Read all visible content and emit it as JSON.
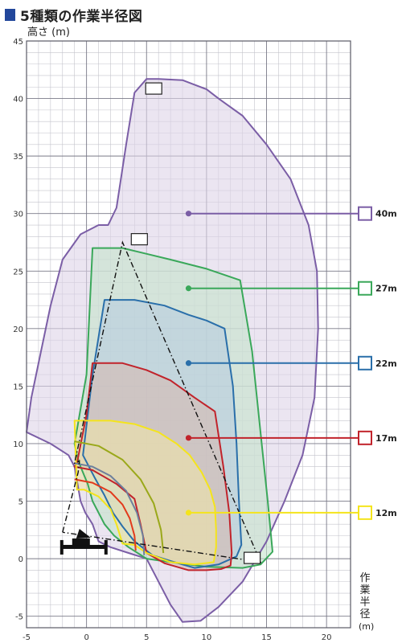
{
  "title": "5種類の作業半径図",
  "colors": {
    "title_square": "#22479b",
    "grid_minor": "#c4c4cc",
    "grid_major": "#7a7a88",
    "frame": "#5a5a66"
  },
  "chart_data": {
    "type": "area",
    "title": "5種類の作業半径図",
    "ylabel": "高さ (m)",
    "xlabel_chars": [
      "作",
      "業",
      "半",
      "径",
      "(m)"
    ],
    "xlim": [
      -5,
      22
    ],
    "ylim": [
      -6,
      45
    ],
    "xticks": [
      -5,
      0,
      5,
      10,
      15,
      20
    ],
    "yticks": [
      -5,
      0,
      5,
      10,
      15,
      20,
      25,
      30,
      35,
      40,
      45
    ],
    "grid": true,
    "series": [
      {
        "name": "40m",
        "color": "#7b5ea6",
        "fill": "#ddd4e8",
        "marker": [
          8.5,
          30
        ],
        "outline": [
          [
            -5,
            11
          ],
          [
            -3,
            10
          ],
          [
            -1.5,
            9
          ],
          [
            -1,
            8
          ],
          [
            -0.5,
            5
          ],
          [
            -0.1,
            4
          ],
          [
            0.5,
            3
          ],
          [
            1,
            1.5
          ],
          [
            2,
            1
          ],
          [
            3.5,
            0.5
          ],
          [
            5,
            0
          ],
          [
            7,
            -4
          ],
          [
            8,
            -5.5
          ],
          [
            9.5,
            -5.4
          ],
          [
            11,
            -4.2
          ],
          [
            13,
            -2
          ],
          [
            15,
            1.5
          ],
          [
            16.5,
            5
          ],
          [
            18,
            9
          ],
          [
            19,
            14
          ],
          [
            19.3,
            20
          ],
          [
            19.2,
            25
          ],
          [
            18.5,
            29
          ],
          [
            17,
            33
          ],
          [
            15,
            36
          ],
          [
            13,
            38.5
          ],
          [
            11,
            40
          ],
          [
            10,
            40.8
          ],
          [
            9,
            41.2
          ],
          [
            8,
            41.6
          ],
          [
            6,
            41.7
          ],
          [
            5,
            41.7
          ],
          [
            4,
            40.5
          ],
          [
            3.3,
            36
          ],
          [
            2.5,
            30.5
          ],
          [
            1.8,
            29
          ],
          [
            1,
            29
          ],
          [
            -0.5,
            28.2
          ],
          [
            -2,
            26
          ],
          [
            -3,
            22
          ],
          [
            -3.8,
            18
          ],
          [
            -4.6,
            14
          ],
          [
            -5,
            11
          ]
        ]
      },
      {
        "name": "27m",
        "color": "#3aa85a",
        "fill": "#c5e2cc",
        "marker": [
          8.5,
          23.5
        ],
        "outline": [
          [
            0.5,
            27
          ],
          [
            3,
            27
          ],
          [
            5,
            26.5
          ],
          [
            7,
            26
          ],
          [
            10,
            25.2
          ],
          [
            12.8,
            24.2
          ],
          [
            13.8,
            18
          ],
          [
            14.6,
            10
          ],
          [
            15.1,
            5
          ],
          [
            15.5,
            0.6
          ],
          [
            14.5,
            -0.5
          ],
          [
            13,
            -0.8
          ],
          [
            10,
            -0.7
          ],
          [
            7,
            -0.3
          ],
          [
            5,
            0
          ],
          [
            3.5,
            1
          ],
          [
            2.3,
            2
          ],
          [
            1.5,
            3
          ],
          [
            1,
            4
          ],
          [
            0.5,
            5
          ],
          [
            0.1,
            6.5
          ],
          [
            -0.5,
            8
          ],
          [
            -0.8,
            9
          ],
          [
            -1,
            10
          ],
          [
            0,
            16
          ],
          [
            0.5,
            27
          ]
        ]
      },
      {
        "name": "22m",
        "color": "#2a6faa",
        "fill": "#b8cde0",
        "marker": [
          8.5,
          17
        ],
        "outline": [
          [
            1.5,
            22.5
          ],
          [
            4,
            22.5
          ],
          [
            6.5,
            22
          ],
          [
            8.5,
            21.2
          ],
          [
            10,
            20.7
          ],
          [
            11.5,
            20
          ],
          [
            12.2,
            15
          ],
          [
            12.5,
            10
          ],
          [
            12.7,
            5
          ],
          [
            12.9,
            1.2
          ],
          [
            12.5,
            0.2
          ],
          [
            11,
            -0.5
          ],
          [
            9,
            -0.8
          ],
          [
            7,
            -0.2
          ],
          [
            5.5,
            0.3
          ],
          [
            4,
            1.5
          ],
          [
            3,
            2.8
          ],
          [
            2.2,
            4
          ],
          [
            1.5,
            5.5
          ],
          [
            0.7,
            7
          ],
          [
            -0.3,
            9
          ],
          [
            0.5,
            16
          ],
          [
            1.5,
            22.5
          ]
        ]
      },
      {
        "name": "17m",
        "color": "#c1232b",
        "fill": "#d5b9b2",
        "marker": [
          8.5,
          10.5
        ],
        "outline": [
          [
            0.5,
            17
          ],
          [
            3,
            17
          ],
          [
            5,
            16.4
          ],
          [
            7,
            15.5
          ],
          [
            9,
            14
          ],
          [
            10.7,
            12.8
          ],
          [
            11.4,
            8
          ],
          [
            11.9,
            4
          ],
          [
            12.1,
            0.5
          ],
          [
            12,
            -0.6
          ],
          [
            11.2,
            -0.9
          ],
          [
            10,
            -1
          ],
          [
            8.5,
            -1
          ],
          [
            6.5,
            -0.4
          ],
          [
            5,
            0.5
          ],
          [
            4.5,
            3
          ],
          [
            4,
            5.2
          ],
          [
            2.5,
            6.5
          ],
          [
            0.5,
            7.7
          ],
          [
            -1,
            8
          ],
          [
            -0.8,
            8.3
          ],
          [
            0,
            12.5
          ],
          [
            0.5,
            17
          ]
        ]
      },
      {
        "name": "12m",
        "color": "#f4e41c",
        "fill": "#efe3a8",
        "marker": [
          8.5,
          4
        ],
        "outline": [
          [
            -1,
            12
          ],
          [
            0,
            12
          ],
          [
            2,
            12
          ],
          [
            4,
            11.7
          ],
          [
            6,
            11
          ],
          [
            7.5,
            10
          ],
          [
            8.6,
            9
          ],
          [
            9.6,
            7.5
          ],
          [
            10.3,
            6
          ],
          [
            10.7,
            4.5
          ],
          [
            10.8,
            2.5
          ],
          [
            10.8,
            1
          ],
          [
            10.6,
            -0.3
          ],
          [
            9,
            -0.5
          ],
          [
            7,
            -0.3
          ],
          [
            5,
            0.5
          ],
          [
            4,
            1.2
          ],
          [
            3,
            1.3
          ],
          [
            2.5,
            3
          ],
          [
            2,
            4.3
          ],
          [
            1,
            5.4
          ],
          [
            -0.2,
            6
          ],
          [
            -0.8,
            6
          ],
          [
            -1,
            12
          ]
        ]
      }
    ],
    "inner_arcs": [
      {
        "color": "#e23a1c",
        "points": [
          [
            -1,
            6.9
          ],
          [
            0.5,
            6.6
          ],
          [
            2,
            5.8
          ],
          [
            3,
            4.7
          ],
          [
            3.6,
            3.5
          ],
          [
            4,
            2
          ],
          [
            4.1,
            0.7
          ]
        ]
      },
      {
        "color": "#9aa81a",
        "points": [
          [
            -1,
            10.2
          ],
          [
            1,
            9.8
          ],
          [
            3,
            8.6
          ],
          [
            4.5,
            6.9
          ],
          [
            5.6,
            4.8
          ],
          [
            6.2,
            2.5
          ],
          [
            6.4,
            0.5
          ]
        ]
      },
      {
        "color": "#6d7f9c",
        "points": [
          [
            -1,
            8.3
          ],
          [
            0.5,
            8
          ],
          [
            2,
            7.2
          ],
          [
            3.3,
            5.9
          ],
          [
            4.2,
            4
          ],
          [
            4.7,
            2
          ],
          [
            4.8,
            0.3
          ]
        ]
      }
    ],
    "boom": [
      [
        -2,
        2.3
      ],
      [
        -0.7,
        7.5
      ],
      [
        -0.6,
        8.5
      ],
      [
        -1,
        8.3
      ],
      [
        3,
        27.5
      ],
      [
        14.5,
        -0.3
      ],
      [
        -2,
        2.3
      ]
    ],
    "boom_labels": [
      {
        "at": [
          4.4,
          27.7
        ]
      },
      {
        "at": [
          5.6,
          40.8
        ]
      },
      {
        "at": [
          13.8,
          0
        ]
      }
    ]
  }
}
